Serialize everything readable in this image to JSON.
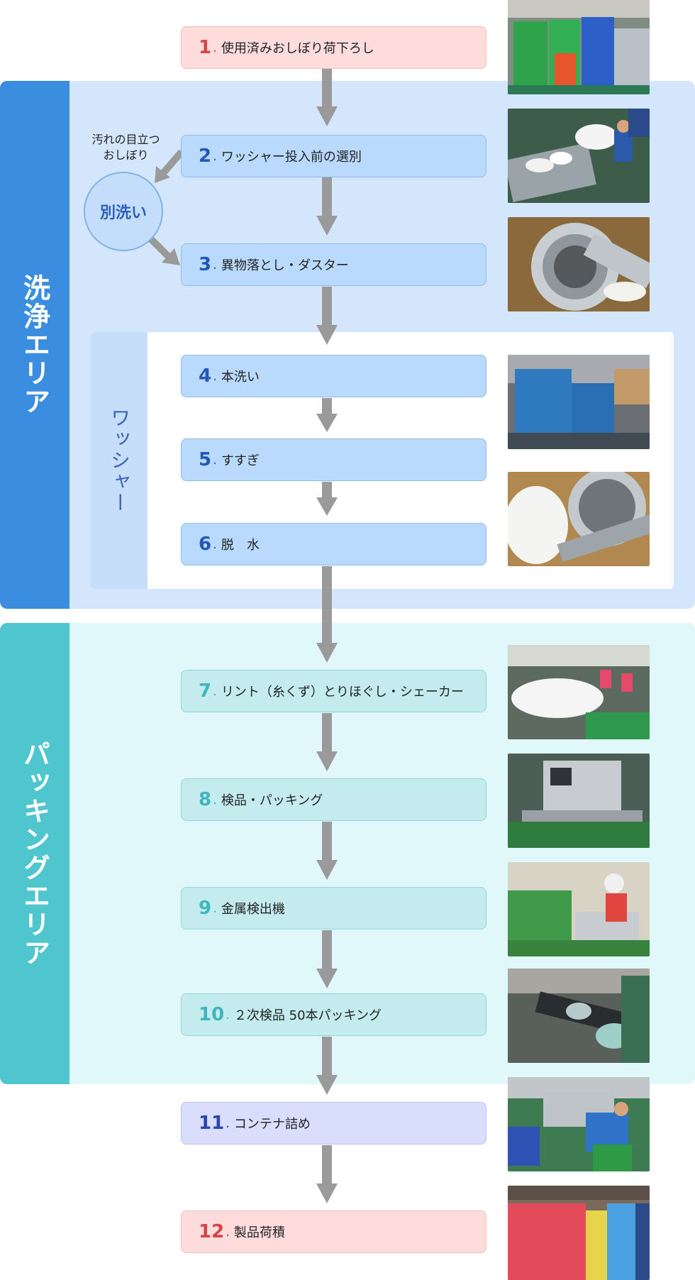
{
  "zones": {
    "wash_label": "洗浄エリア",
    "washer_label": "ワッシャー",
    "packing_label": "パッキングエリア"
  },
  "side_branch": {
    "note_line1": "汚れの目立つ",
    "note_line2": "おしぼり",
    "circle_label": "別洗い"
  },
  "steps": [
    {
      "num": "1",
      "label": "使用済みおしぼり荷下ろし"
    },
    {
      "num": "2",
      "label": "ワッシャー投入前の選別"
    },
    {
      "num": "3",
      "label": "異物落とし・ダスター"
    },
    {
      "num": "4",
      "label": "本洗い"
    },
    {
      "num": "5",
      "label": "すすぎ"
    },
    {
      "num": "6",
      "label": "脱　水"
    },
    {
      "num": "7",
      "label": "リント（糸くず）とりほぐし・シェーカー"
    },
    {
      "num": "8",
      "label": "検品・パッキング"
    },
    {
      "num": "9",
      "label": "金属検出機"
    },
    {
      "num": "10",
      "label": "２次検品 50本パッキング"
    },
    {
      "num": "11",
      "label": "コンテナ詰め"
    },
    {
      "num": "12",
      "label": "製品荷積"
    }
  ],
  "colors": {
    "wash_accent": "#3b8de0",
    "packing_accent": "#4fc6cd",
    "arrow": "#9a9a9a"
  }
}
